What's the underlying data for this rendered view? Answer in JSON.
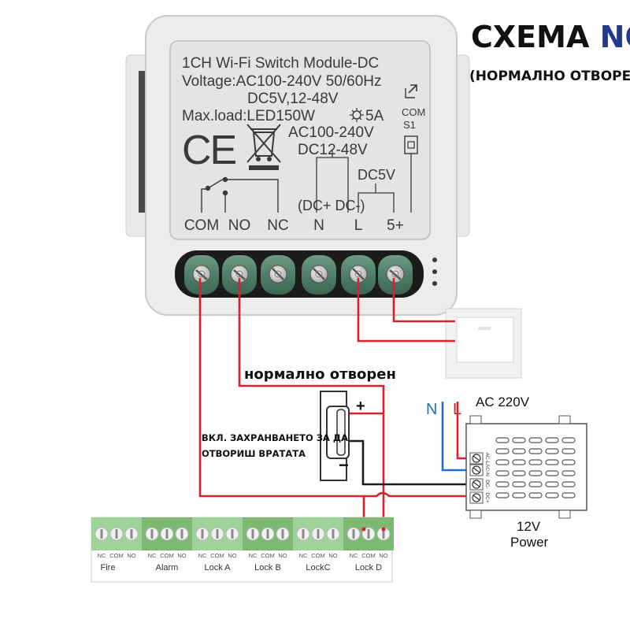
{
  "header": {
    "title_prefix": "СХЕМА ",
    "title_accent": "NO",
    "subtitle": "(НОРМАЛНО ОТВОРЕН)",
    "accent_color": "#1f3a8f"
  },
  "module": {
    "line1": "1CH Wi-Fi Switch Module-DC",
    "line2": "Voltage:AC100-240V 50/60Hz",
    "line3": "DC5V,12-48V",
    "line4": "Max.load:LED150W",
    "sun_rating": "5A",
    "line5": "AC100-240V",
    "line6": "DC12-48V",
    "com_label": "COM",
    "s1_label": "S1",
    "dc5v_label": "DC5V",
    "dc_polarity": "(DC+ DC-)",
    "ce_mark": "CE",
    "terminals": [
      "COM",
      "NO",
      "NC",
      "N",
      "L",
      "5+"
    ]
  },
  "wiring": {
    "label_normally_open": "нормално отворен",
    "note_line1": "ВКЛ. ЗАХРАНВАНЕТО ЗА ДА",
    "note_line2": "ОТВОРИШ ВРАТАТА",
    "lock_plus": "+",
    "lock_minus": "−",
    "wire_red": "#d9212b",
    "wire_blue": "#1f6fc4",
    "wire_black": "#1a1a1a"
  },
  "power_supply": {
    "ac_label": "AC 220V",
    "n_label": "N",
    "l_label": "L",
    "pins": [
      "AC-L",
      "AC-N",
      "DC-",
      "DC+"
    ],
    "caption1": "12V",
    "caption2": "Power"
  },
  "controller": {
    "pin_labels": [
      "NC",
      "COM",
      "NO"
    ],
    "groups": [
      "Fire",
      "Alarm",
      "Lock A",
      "Lock B",
      "LockC",
      "Lock D"
    ],
    "color_light": "#9fd39a",
    "color_dark": "#7cba72"
  }
}
